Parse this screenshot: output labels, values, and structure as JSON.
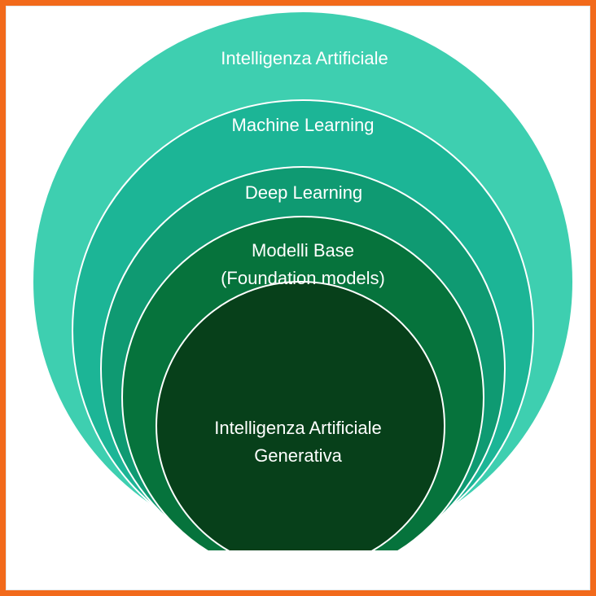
{
  "diagram": {
    "layers": [
      {
        "label": "Intelligenza Artificiale",
        "color": "#3ecfb0"
      },
      {
        "label": "Machine Learning",
        "color": "#1cb596"
      },
      {
        "label": "Deep Learning",
        "color": "#0f9a72"
      },
      {
        "label": "Modelli Base",
        "label_line2": "(Foundation models)",
        "color": "#06733c"
      },
      {
        "label": "Intelligenza Artificiale",
        "label_line2": "Generativa",
        "color": "#07401a"
      }
    ],
    "border_color": "#f26a1b"
  }
}
